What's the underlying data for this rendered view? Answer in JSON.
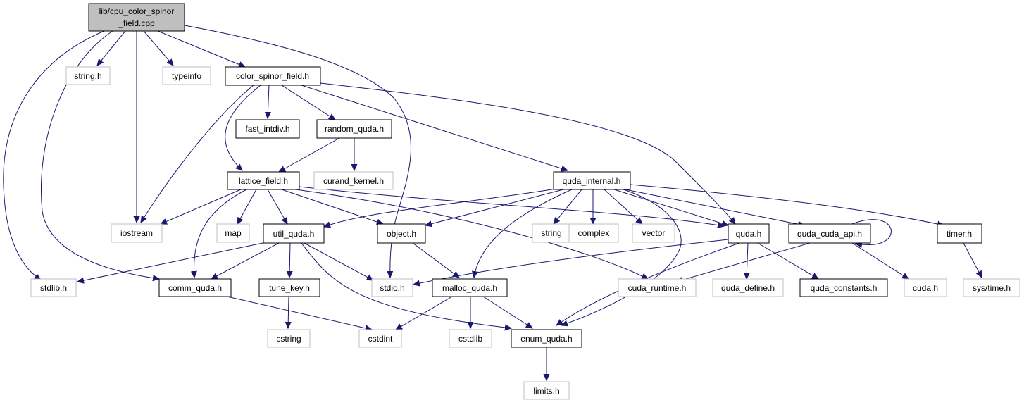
{
  "colors": {
    "edge": "#191970",
    "root_fill": "#bfbfbf",
    "system_border": "#bfbfbf",
    "local_border": "#000000"
  },
  "nodes": {
    "root": [
      "lib/cpu_color_spinor",
      "_field.cpp"
    ],
    "string_h": "string.h",
    "typeinfo": "typeinfo",
    "color_spinor_field_h": "color_spinor_field.h",
    "fast_intdiv_h": "fast_intdiv.h",
    "random_quda_h": "random_quda.h",
    "lattice_field_h": "lattice_field.h",
    "curand_kernel_h": "curand_kernel.h",
    "quda_internal_h": "quda_internal.h",
    "iostream": "iostream",
    "map": "map",
    "util_quda_h": "util_quda.h",
    "object_h": "object.h",
    "string": "string",
    "complex": "complex",
    "vector": "vector",
    "quda_h": "quda.h",
    "quda_cuda_api_h": "quda_cuda_api.h",
    "timer_h": "timer.h",
    "stdlib_h": "stdlib.h",
    "comm_quda_h": "comm_quda.h",
    "tune_key_h": "tune_key.h",
    "stdio_h": "stdio.h",
    "malloc_quda_h": "malloc_quda.h",
    "cuda_runtime_h": "cuda_runtime.h",
    "quda_define_h": "quda_define.h",
    "quda_constants_h": "quda_constants.h",
    "cuda_h": "cuda.h",
    "sys_time_h": "sys/time.h",
    "cstring": "cstring",
    "cstdint": "cstdint",
    "cstdlib": "cstdlib",
    "enum_quda_h": "enum_quda.h",
    "limits_h": "limits.h"
  }
}
